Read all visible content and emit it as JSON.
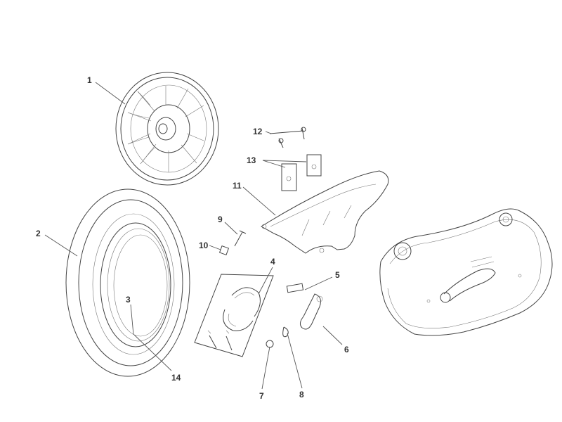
{
  "diagram": {
    "callouts": [
      {
        "id": "1",
        "part": "rear-rim"
      },
      {
        "id": "2",
        "part": "tire"
      },
      {
        "id": "3",
        "part": "rim-band"
      },
      {
        "id": "4",
        "part": "brake-shoe-set"
      },
      {
        "id": "5",
        "part": "brake-cam"
      },
      {
        "id": "6",
        "part": "brake-arm"
      },
      {
        "id": "7",
        "part": "nut"
      },
      {
        "id": "8",
        "part": "spring"
      },
      {
        "id": "9",
        "part": "bolt"
      },
      {
        "id": "10",
        "part": "nut"
      },
      {
        "id": "11",
        "part": "rear-fender"
      },
      {
        "id": "12",
        "part": "clip-screw"
      },
      {
        "id": "13",
        "part": "speed-nut"
      },
      {
        "id": "14",
        "part": "valve"
      }
    ]
  }
}
